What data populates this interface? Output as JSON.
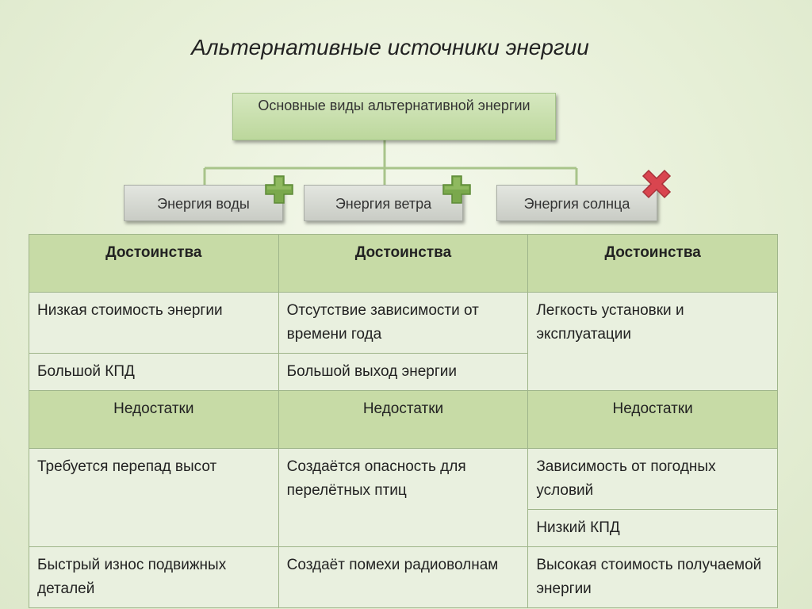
{
  "title": "Альтернативные источники энергии",
  "diagram": {
    "root": "Основные виды альтернативной энергии",
    "children": [
      {
        "label": "Энергия воды",
        "mark": "plus-icon"
      },
      {
        "label": "Энергия ветра",
        "mark": "plus-icon"
      },
      {
        "label": "Энергия солнца",
        "mark": "cross-icon"
      }
    ],
    "colors": {
      "plus": "#7aa84c",
      "cross": "#d9454f",
      "connector": "#a8c48a"
    }
  },
  "table": {
    "advantages_header": [
      "Достоинства",
      "Достоинства",
      "Достоинства"
    ],
    "advantages": {
      "water": [
        "Низкая стоимость энергии",
        "Большой КПД"
      ],
      "wind": [
        "Отсутствие зависимости от времени года",
        "Большой выход энергии"
      ],
      "sun": [
        "Легкость установки и эксплуатации"
      ]
    },
    "disadvantages_header": [
      "Недостатки",
      "Недостатки",
      "Недостатки"
    ],
    "disadvantages": {
      "water": [
        "Требуется перепад высот",
        "Быстрый износ подвижных деталей"
      ],
      "wind": [
        "Создаётся опасность для перелётных птиц",
        "Создаёт помехи радиоволнам"
      ],
      "sun": [
        "Зависимость от погодных условий",
        "Низкий КПД",
        "Высокая стоимость получаемой энергии"
      ]
    }
  }
}
